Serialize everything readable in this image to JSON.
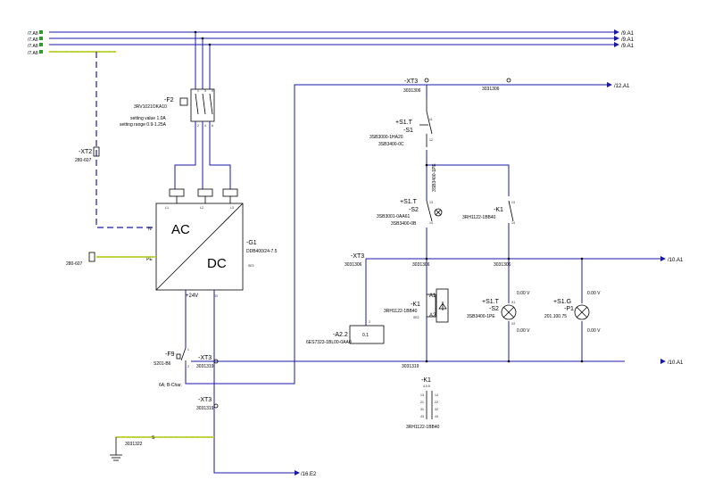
{
  "colors": {
    "wire": "#1a1aaa",
    "device": "#000000",
    "pe_green": "#9acd32",
    "pe_yellow": "#d4c400",
    "source_ref": "#2d9a2d"
  },
  "sources": {
    "l1": "/7.A8",
    "l2": "/7.A8",
    "l3": "/7.A8",
    "pe": "/7.A8"
  },
  "targets": {
    "l1": "/9.A1",
    "l2": "/9.A1",
    "l3": "/9.A1",
    "top_right": "/12.A1",
    "mid_right": "/10.A1",
    "low_right": "/10.A1",
    "bottom": "/16.E2"
  },
  "f2": {
    "tag": "-F2",
    "part": "3RV1021OKA10",
    "setting_value": "setting value 1.0A",
    "setting_range": "setting range 0.9-1.25A",
    "pins_top": [
      "1",
      "3",
      "5"
    ],
    "pins_bottom": [
      "2",
      "4",
      "6"
    ]
  },
  "xt2": {
    "tag": "-XT2",
    "part": "280-607",
    "pin": "PE"
  },
  "g1": {
    "tag": "-G1",
    "part": "DDB400/24-7.5",
    "sheet": "SE2",
    "ac": "AC",
    "dc": "DC",
    "input_n": "N",
    "input_pe": "PE",
    "l_pins": [
      "L1",
      "L2",
      "L3"
    ],
    "output": "+24V",
    "output_minus": "0V"
  },
  "pe_terminal": {
    "part": "280-607",
    "pin": "PE"
  },
  "xt3_top": {
    "tag": "-XT3",
    "part": "3031306",
    "part_right": "3031306"
  },
  "s1": {
    "loc": "+S1.T",
    "tag": "-S1",
    "part1": "3SB3000-1HA20",
    "part2": "3SB3400-0C",
    "pin_top": "11",
    "pin_bottom": "12"
  },
  "s2": {
    "loc": "+S1.T",
    "tag": "-S2",
    "part1": "3SB3001-0AA61",
    "part2": "3SB3400-0B",
    "pin_top": "13",
    "pin_bottom": "14"
  },
  "k1_contact": {
    "tag": "-K1",
    "part": "3RH1122-1BB40",
    "pin_top": "13",
    "pin_bottom": "14"
  },
  "xt3_mid": {
    "tag": "-XT3",
    "part": "3031306",
    "part2": "3031306",
    "part3": "3031306"
  },
  "a22": {
    "tag": "-A2.2",
    "part": "6ES7323-1BL00-0AA0",
    "channel": "0.1",
    "pin": "2"
  },
  "k1_coil": {
    "tag": "-K1",
    "part": "3RH1122-1BB40",
    "a1": "A1",
    "a2": "A2",
    "sheet": "SE2"
  },
  "s2_lamp": {
    "loc": "+S1.T",
    "tag": "-S2",
    "part": "3SB3400-1PE",
    "x1": "X1",
    "x2": "X2",
    "volt_top": "0.00 V",
    "volt_bottom": "0.00 V"
  },
  "p1_lamp": {
    "loc": "+S1.G",
    "tag": "-P1",
    "part": "201.100.75",
    "volt_top": "0.00 V",
    "volt_bottom": "0.00 V"
  },
  "f9": {
    "tag": "-F9",
    "part": "S201-B6",
    "rating": "6A; B-Char.",
    "pin_top": "1",
    "pin_bottom": "2"
  },
  "xt3_low": {
    "tag": "-XT3",
    "part": "3031319",
    "part_right": "3031319"
  },
  "xt3_bottom": {
    "tag": "-XT3",
    "part": "3031319"
  },
  "gnd_terminal": {
    "part": "3031322",
    "pin": "S"
  },
  "k1_table": {
    "tag": "-K1",
    "sheet": "4.0.5",
    "part": "3RH1122-1BB40",
    "rows": [
      [
        "13",
        "14"
      ],
      [
        "21",
        "22"
      ],
      [
        "31",
        "32"
      ],
      [
        "43",
        "44"
      ]
    ]
  },
  "vertical_label": "3SB3400-1PE"
}
